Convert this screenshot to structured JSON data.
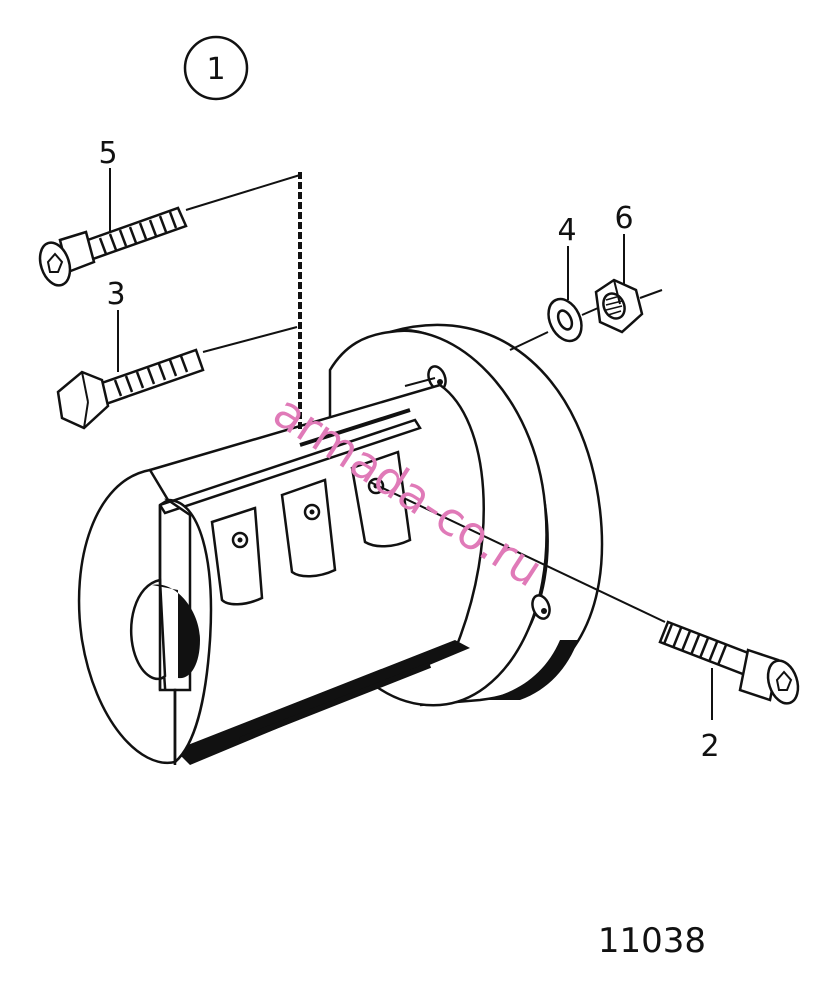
{
  "figure": {
    "callout": "1",
    "drawing_number": "11038",
    "watermark": "armada-co.ru",
    "part_labels": [
      "2",
      "3",
      "4",
      "5",
      "6"
    ]
  },
  "colors": {
    "ink": "#111111",
    "watermark": "#e07ab8",
    "background": "#ffffff"
  }
}
